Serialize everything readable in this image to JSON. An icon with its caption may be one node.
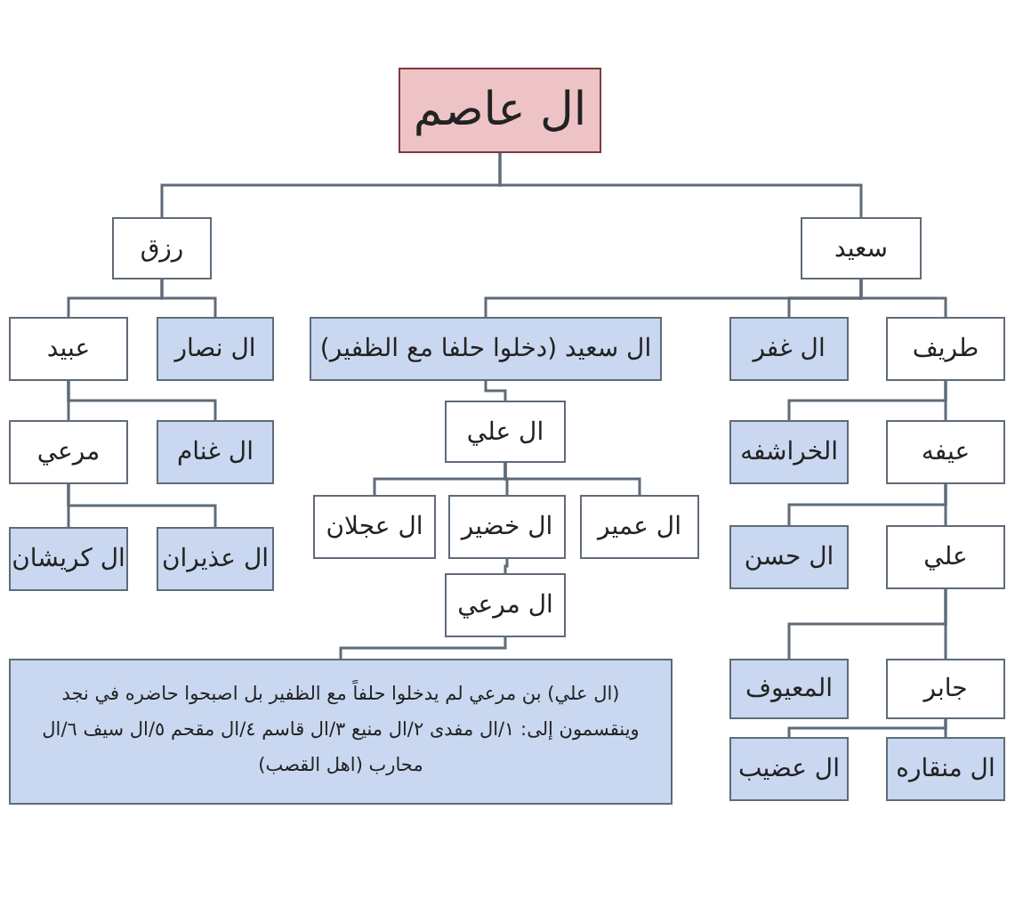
{
  "diagram": {
    "nodes": [
      {
        "text": [
          "ال عاصم"
        ]
      },
      {
        "text": [
          "رزق"
        ]
      },
      {
        "text": [
          "سعيد"
        ]
      },
      {
        "text": [
          "عبيد"
        ]
      },
      {
        "text": [
          "ال نصار"
        ]
      },
      {
        "text": [
          "ال سعيد (دخلوا حلفا مع الظفير)"
        ]
      },
      {
        "text": [
          "ال غفر"
        ]
      },
      {
        "text": [
          "طريف"
        ]
      },
      {
        "text": [
          "مرعي"
        ]
      },
      {
        "text": [
          "ال غنام"
        ]
      },
      {
        "text": [
          "ال علي"
        ]
      },
      {
        "text": [
          "الخراشفه"
        ]
      },
      {
        "text": [
          "عيفه"
        ]
      },
      {
        "text": [
          "ال كريشان"
        ]
      },
      {
        "text": [
          "ال عذيران"
        ]
      },
      {
        "text": [
          "ال عجلان"
        ]
      },
      {
        "text": [
          "ال خضير"
        ]
      },
      {
        "text": [
          "ال عمير"
        ]
      },
      {
        "text": [
          "ال حسن"
        ]
      },
      {
        "text": [
          "علي"
        ]
      },
      {
        "text": [
          "ال مرعي"
        ]
      },
      {
        "text": [
          "المعيوف"
        ]
      },
      {
        "text": [
          "جابر"
        ]
      },
      {
        "text": [
          "(ال علي) بن مرعي لم يدخلوا حلفاً مع الظفير بل اصبحوا حاضره في نجد وينقسمون إلى: ١/ال مفدى ٢/ال منيع ٣/ال قاسم ٤/ال مقحم ٥/ال سيف ٦/ال محارب (اهل القصب)"
        ]
      },
      {
        "text": [
          "ال عضيب"
        ]
      },
      {
        "text": [
          "ال منقاره"
        ]
      }
    ],
    "edges": [
      {
        "from": 0,
        "to": 1,
        "arrow": "none"
      },
      {
        "from": 0,
        "to": 2,
        "arrow": "none"
      },
      {
        "from": 1,
        "to": 3,
        "arrow": "none"
      },
      {
        "from": 1,
        "to": 4,
        "arrow": "none"
      },
      {
        "from": 2,
        "to": 5,
        "arrow": "none"
      },
      {
        "from": 2,
        "to": 6,
        "arrow": "none"
      },
      {
        "from": 2,
        "to": 7,
        "arrow": "none"
      },
      {
        "from": 3,
        "to": 8,
        "arrow": "none"
      },
      {
        "from": 3,
        "to": 9,
        "arrow": "none"
      },
      {
        "from": 5,
        "to": 10,
        "arrow": "none"
      },
      {
        "from": 7,
        "to": 11,
        "arrow": "none"
      },
      {
        "from": 7,
        "to": 12,
        "arrow": "none"
      },
      {
        "from": 8,
        "to": 13,
        "arrow": "none"
      },
      {
        "from": 8,
        "to": 14,
        "arrow": "none"
      },
      {
        "from": 10,
        "to": 15,
        "arrow": "none"
      },
      {
        "from": 10,
        "to": 16,
        "arrow": "none"
      },
      {
        "from": 10,
        "to": 17,
        "arrow": "none"
      },
      {
        "from": 12,
        "to": 18,
        "arrow": "none"
      },
      {
        "from": 12,
        "to": 19,
        "arrow": "none"
      },
      {
        "from": 16,
        "to": 20,
        "arrow": "none"
      },
      {
        "from": 19,
        "to": 21,
        "arrow": "none"
      },
      {
        "from": 19,
        "to": 22,
        "arrow": "none"
      },
      {
        "from": 20,
        "to": 23,
        "arrow": "none"
      },
      {
        "from": 22,
        "to": 24,
        "arrow": "none"
      },
      {
        "from": 22,
        "to": 25,
        "arrow": "none"
      }
    ]
  }
}
